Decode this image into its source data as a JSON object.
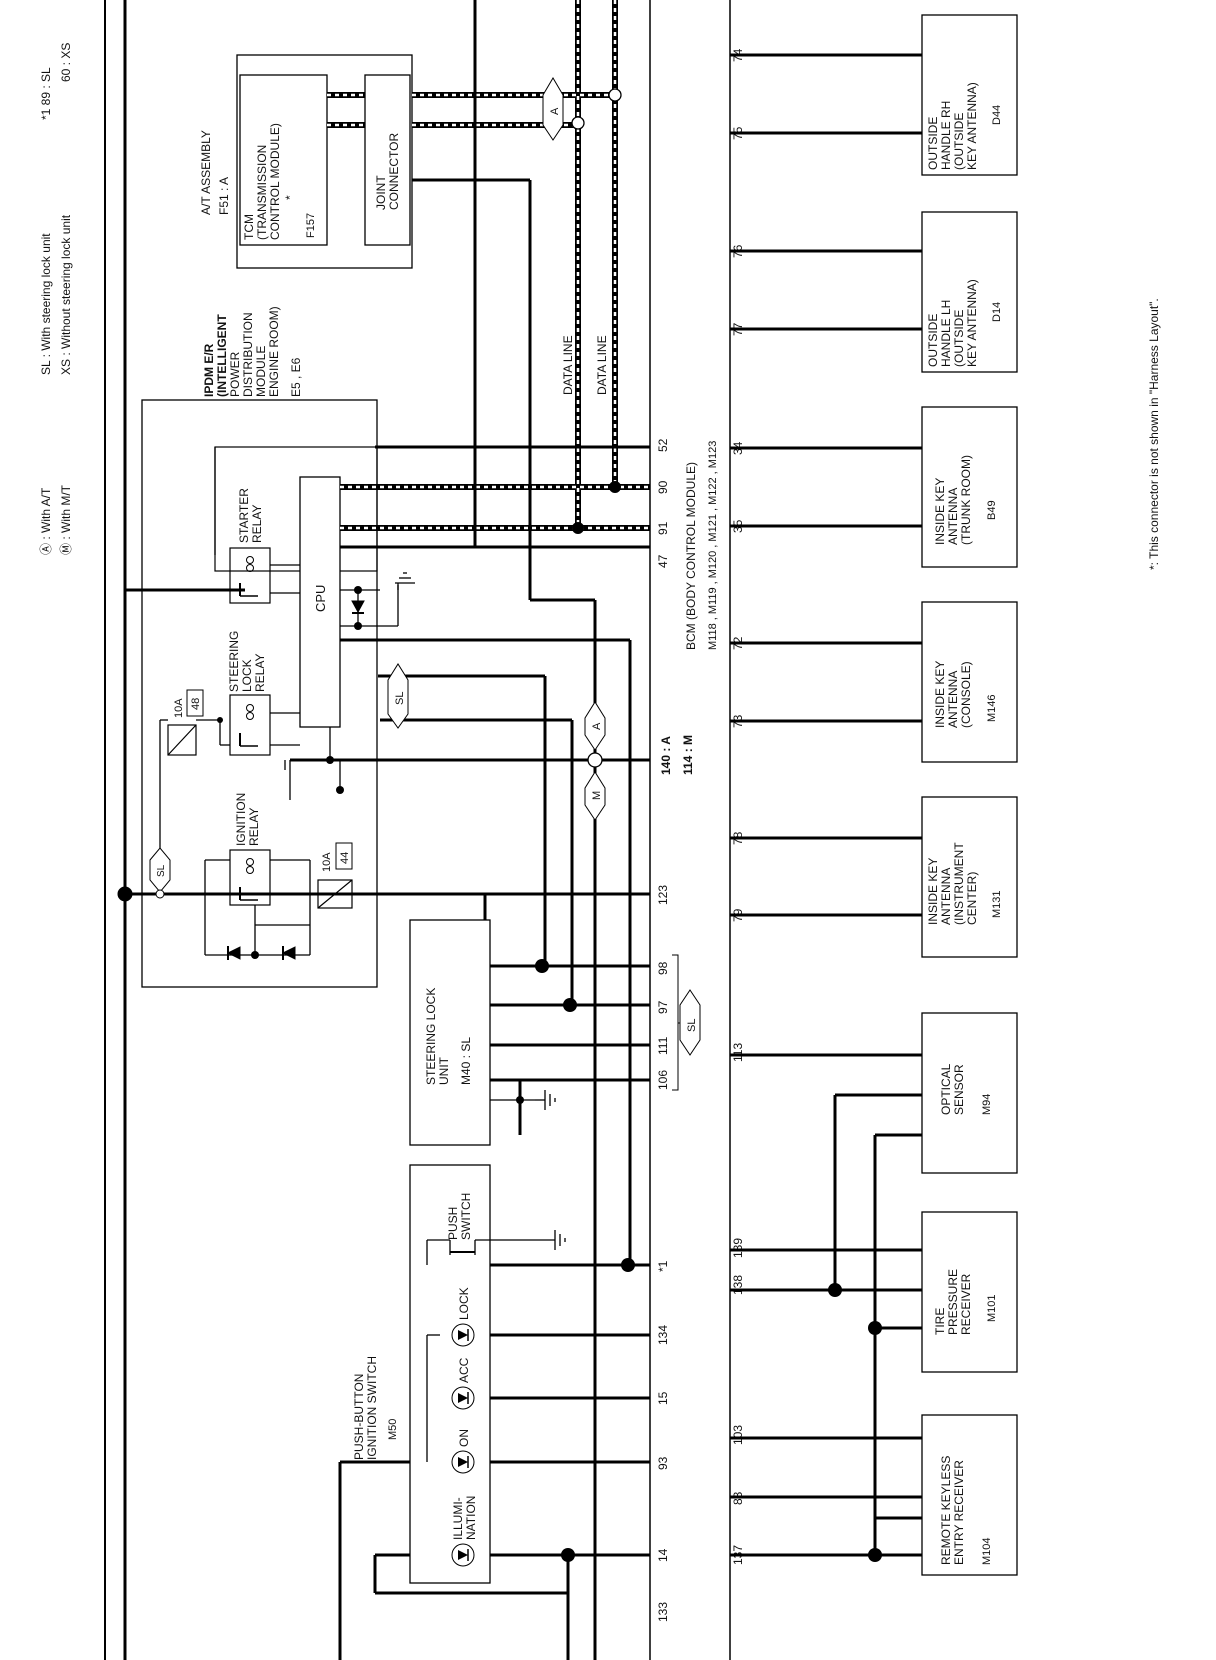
{
  "legend": {
    "a_with_at": "Ⓐ : With A/T",
    "m_with_mt": "Ⓜ : With M/T",
    "sl_with": "SL : With steering lock unit",
    "xs_without": "XS : Without steering lock unit",
    "star1_89": "*1  89 : SL",
    "star1_60": "60 : XS"
  },
  "footnote": "*: This connector is not shown in \"Harness Layout\".",
  "bcm": {
    "title": "BCM (BODY CONTROL MODULE)",
    "connectors": "M118 , M119 , M120 , M121 , M122 , M123",
    "pin_note_a": "140 : A",
    "pin_note_m": "114 : M",
    "left_pins": [
      "52",
      "90",
      "91",
      "47",
      "123",
      "98",
      "97",
      "111",
      "106",
      "*1",
      "134",
      "15",
      "93",
      "14",
      "133"
    ],
    "right_pins": [
      "74",
      "75",
      "76",
      "77",
      "34",
      "35",
      "72",
      "73",
      "78",
      "79",
      "113",
      "139",
      "138",
      "103",
      "83",
      "137"
    ]
  },
  "ipdm": {
    "lines": [
      "IPDM E/R",
      "(INTELLIGENT",
      "POWER",
      "DISTRIBUTION",
      "MODULE",
      "ENGINE ROOM)"
    ],
    "connectors": "E5 , E6",
    "starter_relay": [
      "STARTER",
      "RELAY"
    ],
    "steering_lock_relay": [
      "STEERING",
      "LOCK",
      "RELAY"
    ],
    "ignition_relay": [
      "IGNITION",
      "RELAY"
    ],
    "cpu": "CPU",
    "fuse_48": [
      "10A",
      "48"
    ],
    "fuse_44": [
      "10A",
      "44"
    ],
    "sl_tag": "SL"
  },
  "at_assembly": {
    "title": "A/T ASSEMBLY",
    "connector": "F51 : A",
    "tcm": [
      "TCM",
      "(TRANSMISSION",
      "CONTROL MODULE)"
    ],
    "tcm_connector": "F157",
    "star": "*",
    "joint": [
      "JOINT",
      "CONNECTOR"
    ]
  },
  "data_line_1": "DATA LINE",
  "data_line_2": "DATA LINE",
  "steering_lock_unit": {
    "lines": [
      "STEERING LOCK",
      "UNIT"
    ],
    "connector": "M40 : SL"
  },
  "push_button": {
    "lines": [
      "PUSH-BUTTON",
      "IGNITION SWITCH"
    ],
    "connector": "M50",
    "push_switch": [
      "PUSH",
      "SWITCH"
    ],
    "leds": [
      "ILLUMI-",
      "NATION",
      "ON",
      "ACC",
      "LOCK"
    ]
  },
  "sl_bracket": "SL",
  "tag_a": "A",
  "tag_m": "M",
  "tag_sl": "SL",
  "components": {
    "outside_rh": {
      "lines": [
        "OUTSIDE",
        "HANDLE RH",
        "(OUTSIDE",
        "KEY ANTENNA)"
      ],
      "connector": "D44"
    },
    "outside_lh": {
      "lines": [
        "OUTSIDE",
        "HANDLE LH",
        "(OUTSIDE",
        "KEY ANTENNA)"
      ],
      "connector": "D14"
    },
    "trunk": {
      "lines": [
        "INSIDE KEY",
        "ANTENNA",
        "(TRUNK ROOM)"
      ],
      "connector": "B49"
    },
    "console": {
      "lines": [
        "INSIDE KEY",
        "ANTENNA",
        "(CONSOLE)"
      ],
      "connector": "M146"
    },
    "instrument": {
      "lines": [
        "INSIDE KEY",
        "ANTENNA",
        "(INSTRUMENT",
        "CENTER)"
      ],
      "connector": "M131"
    },
    "optical": {
      "lines": [
        "OPTICAL",
        "SENSOR"
      ],
      "connector": "M94"
    },
    "tire": {
      "lines": [
        "TIRE",
        "PRESSURE",
        "RECEIVER"
      ],
      "connector": "M101"
    },
    "rke": {
      "lines": [
        "REMOTE KEYLESS",
        "ENTRY RECEIVER"
      ],
      "connector": "M104"
    }
  }
}
